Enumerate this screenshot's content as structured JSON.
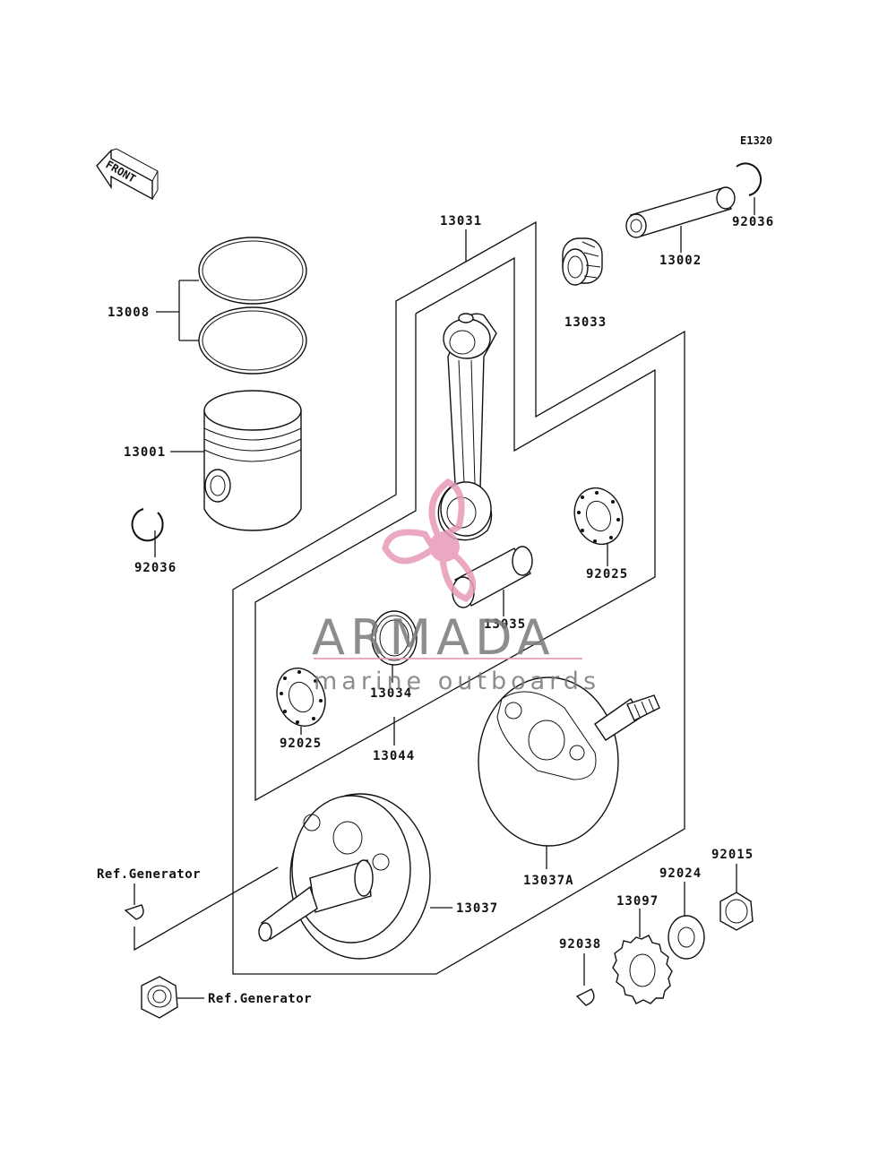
{
  "diagram": {
    "code": "E1320",
    "front_label": "FRONT",
    "parts": {
      "p13031": "13031",
      "p92036a": "92036",
      "p13002": "13002",
      "p13033": "13033",
      "p13008": "13008",
      "p13001": "13001",
      "p92036b": "92036",
      "p92025a": "92025",
      "p13035": "13035",
      "p13034": "13034",
      "p92025b": "92025",
      "p13044": "13044",
      "p13037A": "13037A",
      "p13037": "13037",
      "p92015": "92015",
      "p92024": "92024",
      "p13097": "13097",
      "p92038": "92038"
    },
    "refs": {
      "ref_top": "Ref.Generator",
      "ref_bottom": "Ref.Generator"
    }
  },
  "watermark": {
    "brand": "ARMADA",
    "tagline": "marine outboards",
    "color_pink": "#e79ab8",
    "color_gray": "#7a7a7a"
  }
}
